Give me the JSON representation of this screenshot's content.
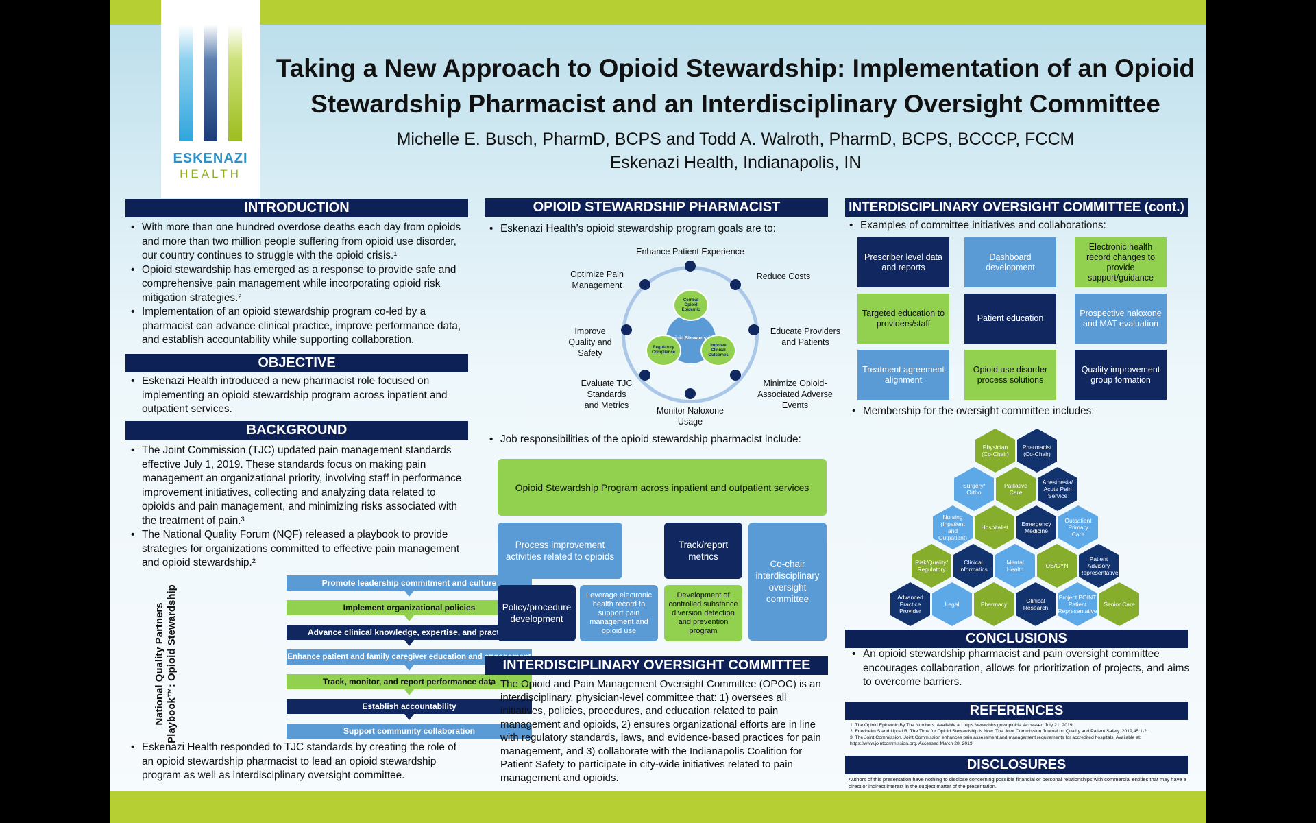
{
  "title_line1": "Taking a New Approach to Opioid Stewardship: Implementation of an Opioid",
  "title_line2": "Stewardship Pharmacist and an Interdisciplinary Oversight Committee",
  "authors": "Michelle E. Busch, PharmD, BCPS and Todd A. Walroth, PharmD, BCPS, BCCCP, FCCM",
  "affiliation": "Eskenazi Health, Indianapolis, IN",
  "logo": {
    "name": "ESKENAZI",
    "sub": "HEALTH"
  },
  "introduction": {
    "heading": "INTRODUCTION",
    "bullets": [
      "With more than one hundred overdose deaths each day from opioids and more than two million people suffering from opioid use disorder, our country continues to struggle with the opioid crisis.¹",
      "Opioid stewardship has emerged as a response to provide safe and comprehensive pain management while incorporating opioid risk mitigation strategies.²",
      "Implementation of an opioid stewardship program co-led by a pharmacist can advance clinical practice, improve performance data, and establish accountability while supporting collaboration."
    ]
  },
  "objective": {
    "heading": "OBJECTIVE",
    "bullets": [
      "Eskenazi Health introduced a new pharmacist role focused on implementing an opioid stewardship program across inpatient and outpatient services."
    ]
  },
  "background": {
    "heading": "BACKGROUND",
    "bullets": [
      "The Joint Commission (TJC) updated pain management standards effective July 1, 2019. These standards focus on making pain management an organizational priority, involving staff in performance improvement initiatives, collecting and analyzing data related to opioids and pain management, and minimizing risks associated with the treatment of pain.³",
      "The National Quality Forum (NQF) released  a playbook to provide strategies for organizations committed to effective pain management and opioid stewardship.²"
    ],
    "playbook_label_1": "National Quality Partners",
    "playbook_label_2": "Playbook™: Opioid Stewardship",
    "playbook": [
      "Promote leadership commitment and culture",
      "Implement organizational policies",
      "Advance clinical knowledge, expertise, and practice",
      "Enhance patient and family caregiver education and engagement",
      "Track, monitor, and report performance data",
      "Establish accountability",
      "Support community collaboration"
    ],
    "closing": "Eskenazi Health responded to TJC standards by creating the role of an opioid stewardship pharmacist to lead an opioid stewardship program as well as interdisciplinary oversight committee."
  },
  "pharmacist": {
    "heading": "OPIOID STEWARDSHIP PHARMACIST",
    "intro": "Eskenazi Health’s opioid stewardship program goals are to:",
    "goals": [
      "Enhance Patient Experience",
      "Reduce Costs",
      "Educate Providers and Patients",
      "Minimize Opioid-Associated Adverse Events",
      "Monitor Naloxone Usage",
      "Evaluate TJC Standards and Metrics",
      "Improve Quality and Safety",
      "Optimize Pain Management"
    ],
    "center": "Opioid Stewardship",
    "inner": [
      "Combat Opioid Epidemic",
      "Improve Clinical Outcomes",
      "Regulatory Compliance"
    ],
    "job_intro": "Job responsibilities of the opioid stewardship pharmacist include:",
    "program": "Opioid Stewardship Program across inpatient and outpatient services",
    "process": "Process improvement activities related to opioids",
    "track": "Track/report metrics",
    "cochair": "Co-chair interdisciplinary oversight committee",
    "policy": "Policy/procedure development",
    "ehr": "Leverage electronic health record to support pain management and opioid use",
    "diversion": "Development of controlled substance diversion detection and prevention program"
  },
  "opoc": {
    "heading": "INTERDISCIPLINARY OVERSIGHT COMMITTEE",
    "text": "The Opioid and Pain Management Oversight Committee (OPOC) is an interdisciplinary, physician-level committee that: 1) oversees all initiatives, policies, procedures, and education related to pain management and opioids, 2) ensures organizational efforts are in line with regulatory standards, laws, and evidence-based practices for pain management, and 3) collaborate with the Indianapolis Coalition for Patient Safety to participate in city-wide initiatives related to pain management and opioids."
  },
  "committee": {
    "heading": "INTERDISCIPLINARY OVERSIGHT COMMITTEE (cont.)",
    "intro": "Examples of committee initiatives and collaborations:",
    "initiatives": [
      "Prescriber level data and reports",
      "Dashboard development",
      "Electronic health record changes to provide support/guidance",
      "Targeted education to providers/staff",
      "Patient education",
      "Prospective naloxone and MAT evaluation",
      "Treatment agreement alignment",
      "Opioid use disorder process solutions",
      "Quality improvement group formation"
    ],
    "membership_intro": "Membership for the oversight committee includes:",
    "members": [
      "Physician (Co-Chair)",
      "Pharmacist (Co-Chair)",
      "Surgery/ Ortho",
      "Palliative Care",
      "Anesthesia/ Acute Pain Service",
      "Nursing (Inpatient and Outpatient)",
      "Hospitalist",
      "Emergency Medicine",
      "Outpatient Primary Care",
      "Risk/Quality/ Regulatory",
      "Clinical Informatics",
      "Mental Health",
      "OB/GYN",
      "Patient Advisory Representative",
      "Advanced Practice Provider",
      "Legal",
      "Pharmacy",
      "Clinical Research",
      "Project POINT Patient Representative",
      "Senior Care"
    ]
  },
  "conclusions": {
    "heading": "CONCLUSIONS",
    "bullets": [
      "An opioid stewardship pharmacist and pain oversight committee encourages collaboration, allows for prioritization of projects, and aims to overcome barriers."
    ]
  },
  "references": {
    "heading": "REFERENCES",
    "items": [
      "1.     The Opioid Epidemic By The Numbers. Available at: https://www.hhs.gov/opioids.   Accessed July 21, 2019.",
      "2.     Friedheim S and Uppal R. The Time for Opioid Stewardship is Now. The Joint Commission Journal on Quality and Patient Safety. 2019;45:1-2.",
      "3.     The Joint Commission. Joint Commission enhances pain assessment and management requirements for accredited hospitals. Available at: https://www.jointcommission.org.  Accessed March 28, 2019."
    ]
  },
  "disclosures": {
    "heading": "DISCLOSURES",
    "text": "Authors of this presentation have nothing to disclose concerning possible financial or personal relationships with commercial entities that may have a direct or indirect interest in the subject matter of the presentation."
  }
}
